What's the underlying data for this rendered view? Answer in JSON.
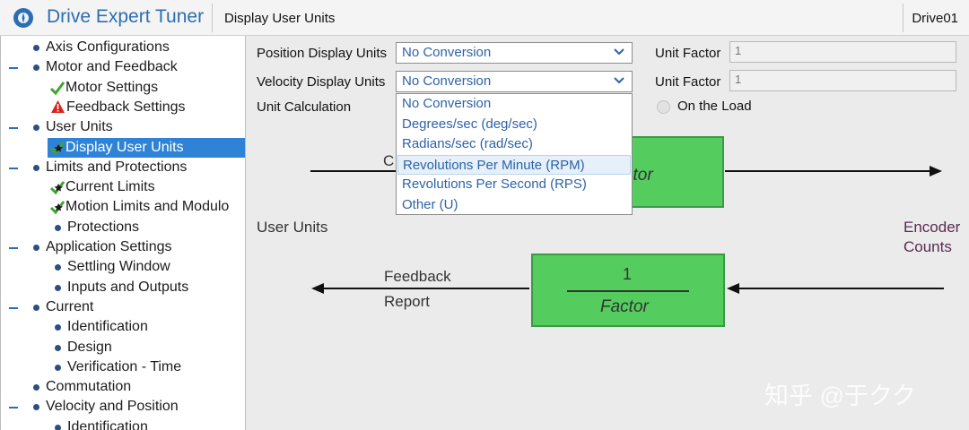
{
  "header": {
    "app_title": "Drive Expert Tuner",
    "page_title": "Display User Units",
    "drive_name": "Drive01"
  },
  "tree": {
    "items": [
      {
        "label": "Axis Configurations",
        "marker": "bullet",
        "expander": false
      },
      {
        "label": "Motor and Feedback",
        "marker": "bullet",
        "expander": true
      },
      {
        "label": "Motor Settings",
        "marker": "check-icon",
        "expander": false
      },
      {
        "label": "Feedback Settings",
        "marker": "warning-icon",
        "expander": false
      },
      {
        "label": "User Units",
        "marker": "bullet",
        "expander": true
      },
      {
        "label": "Display User Units",
        "marker": "check-star-icon",
        "expander": false,
        "selected": true
      },
      {
        "label": "Limits and Protections",
        "marker": "bullet",
        "expander": true
      },
      {
        "label": "Current Limits",
        "marker": "check-star-icon",
        "expander": false
      },
      {
        "label": "Motion Limits and Modulo",
        "marker": "check-star-icon",
        "expander": false
      },
      {
        "label": "Protections",
        "marker": "bullet",
        "expander": false
      },
      {
        "label": "Application Settings",
        "marker": "bullet",
        "expander": true
      },
      {
        "label": "Settling Window",
        "marker": "bullet",
        "expander": false
      },
      {
        "label": "Inputs and Outputs",
        "marker": "bullet",
        "expander": false
      },
      {
        "label": "Current",
        "marker": "bullet",
        "expander": true
      },
      {
        "label": "Identification",
        "marker": "bullet",
        "expander": false
      },
      {
        "label": "Design",
        "marker": "bullet",
        "expander": false
      },
      {
        "label": "Verification - Time",
        "marker": "bullet",
        "expander": false
      },
      {
        "label": "Commutation",
        "marker": "bullet",
        "expander": false
      },
      {
        "label": "Velocity and Position",
        "marker": "bullet",
        "expander": true
      },
      {
        "label": "Identification",
        "marker": "bullet",
        "expander": false
      }
    ]
  },
  "form": {
    "position_label": "Position Display Units",
    "position_value": "No Conversion",
    "velocity_label": "Velocity Display Units",
    "velocity_value": "No Conversion",
    "unit_factor_label": "Unit Factor",
    "position_factor": "1",
    "velocity_factor": "1",
    "unit_calc_label": "Unit Calculation",
    "on_load_label": "On the Load"
  },
  "dropdown": {
    "options": [
      "No Conversion",
      "Degrees/sec (deg/sec)",
      "Radians/sec (rad/sec)",
      "Revolutions Per Minute (RPM)",
      "Revolutions Per Second (RPS)",
      "Other (U)"
    ],
    "hovered_index": 3
  },
  "diagram": {
    "command_fragment": "C",
    "factor_fragment": "ctor",
    "user_units": "User Units",
    "encoder_counts_line1": "Encoder",
    "encoder_counts_line2": "Counts",
    "feedback": "Feedback",
    "report": "Report",
    "one": "1",
    "factor": "Factor"
  },
  "watermark": "知乎 @于クク",
  "colors": {
    "accent_blue": "#2d6db3",
    "selection_blue": "#2f83d6",
    "block_green": "#54cd5e",
    "check_green": "#3ea62f",
    "warning_red": "#d8241c",
    "encoder_purple": "#5a2a52"
  }
}
